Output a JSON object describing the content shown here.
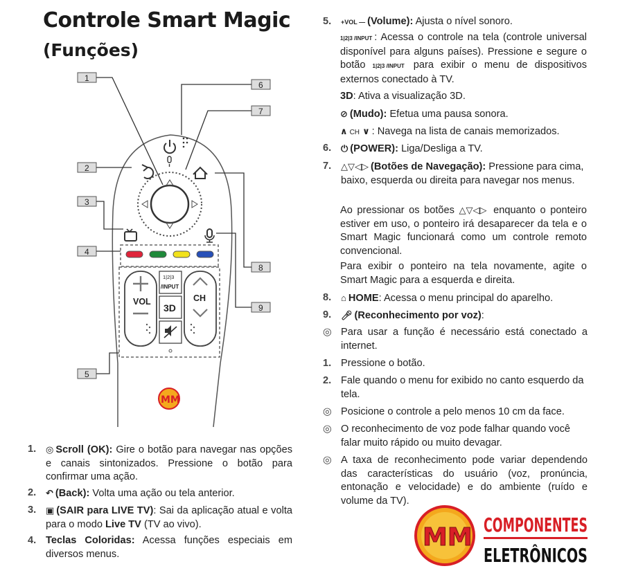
{
  "header": {
    "title": "Controle Smart Magic",
    "subtitle": "(Funções)"
  },
  "remote": {
    "callouts": [
      "1",
      "2",
      "3",
      "4",
      "5",
      "6",
      "7",
      "8",
      "9"
    ],
    "vol": "VOL",
    "ch": "CH",
    "input_top": "1|2|3",
    "input": "/INPUT",
    "threed": "3D"
  },
  "left_list": [
    {
      "num": "1.",
      "icon": "scroll-icon",
      "bold": "Scroll (OK):",
      "text": " Gire o botão para navegar nas opções e canais sintonizados. Pressione o botão para confirmar uma ação."
    },
    {
      "num": "2.",
      "icon": "back-icon",
      "bold": "(Back):",
      "text": " Volta uma ação ou tela anterior."
    },
    {
      "num": "3.",
      "icon": "tv-icon",
      "bold": "(SAIR para LIVE TV)",
      "text": ": Sai da aplicação atual e volta para o modo ",
      "bold2": "Live TV",
      "text2": " (TV  ao vivo)."
    },
    {
      "num": "4.",
      "bold": "Teclas Coloridas:",
      "text": " Acessa funções especiais em diversos menus."
    }
  ],
  "right": {
    "vol_label": "(Volume):",
    "vol_text": " Ajusta o nível sonoro.",
    "vol_glyph": "+VOL —",
    "input_text": ": Acessa o controle na tela (controle universal disponível para alguns países). Pressione e segure o botão",
    "input_text2": "para exibir o menu de dispositivos externos conectado à TV.",
    "input_glyph": "1|2|3 /INPUT",
    "threed_text": ": Ativa a visualização 3D.",
    "mute_label": "(Mudo):",
    "mute_text": " Efetua uma pausa sonora.",
    "ch_text": ": Navega na lista de canais memorizados.",
    "ch_glyph": "CH",
    "n6": "6.",
    "power_label": "(POWER):",
    "power_text": " Liga/Desliga a TV.",
    "n7": "7.",
    "nav_label": "(Botões de Navegação):",
    "nav_text": " Pressione para cima, baixo, esquerda ou direita para navegar nos menus.",
    "nav_p2a": "Ao pressionar os botões",
    "nav_p2b": "enquanto o ponteiro estiver em uso, o ponteiro irá desaparecer da tela e o Smart Magic funcionará como um controle remoto convencional.",
    "nav_p3": "Para exibir o ponteiro na tela novamente, agite o Smart Magic para a esquerda e direita.",
    "n8": "8.",
    "home_label": "HOME",
    "home_text": ": Acessa o menu principal do aparelho.",
    "n9": "9.",
    "voice_label": "(Reconhecimento por voz)",
    "voice_colon": ":",
    "note1": "Para usar a função é necessário está conectado a internet.",
    "s1n": "1.",
    "s1": "Pressione o botão.",
    "s2n": "2.",
    "s2": "Fale quando o menu for exibido no canto esquerdo da tela.",
    "note2": "Posicione o controle a pelo menos 10 cm da face.",
    "note3": "O reconhecimento de voz pode falhar quando você falar muito rápido ou muito devagar.",
    "note4": "A taxa de reconhecimento pode variar dependendo das características do usuário (voz, pronúncia, entonação e velocidade) e do ambiente (ruído e volume da TV)."
  },
  "logo": {
    "mm": "MM",
    "line1": "COMPONENTES",
    "line2": "ELETRÔNICOS"
  },
  "colors": {
    "red": "#e0243a",
    "green": "#1f8a3a",
    "yellow": "#f2e21c",
    "blue": "#2750b8",
    "brand_red": "#d81f26"
  }
}
